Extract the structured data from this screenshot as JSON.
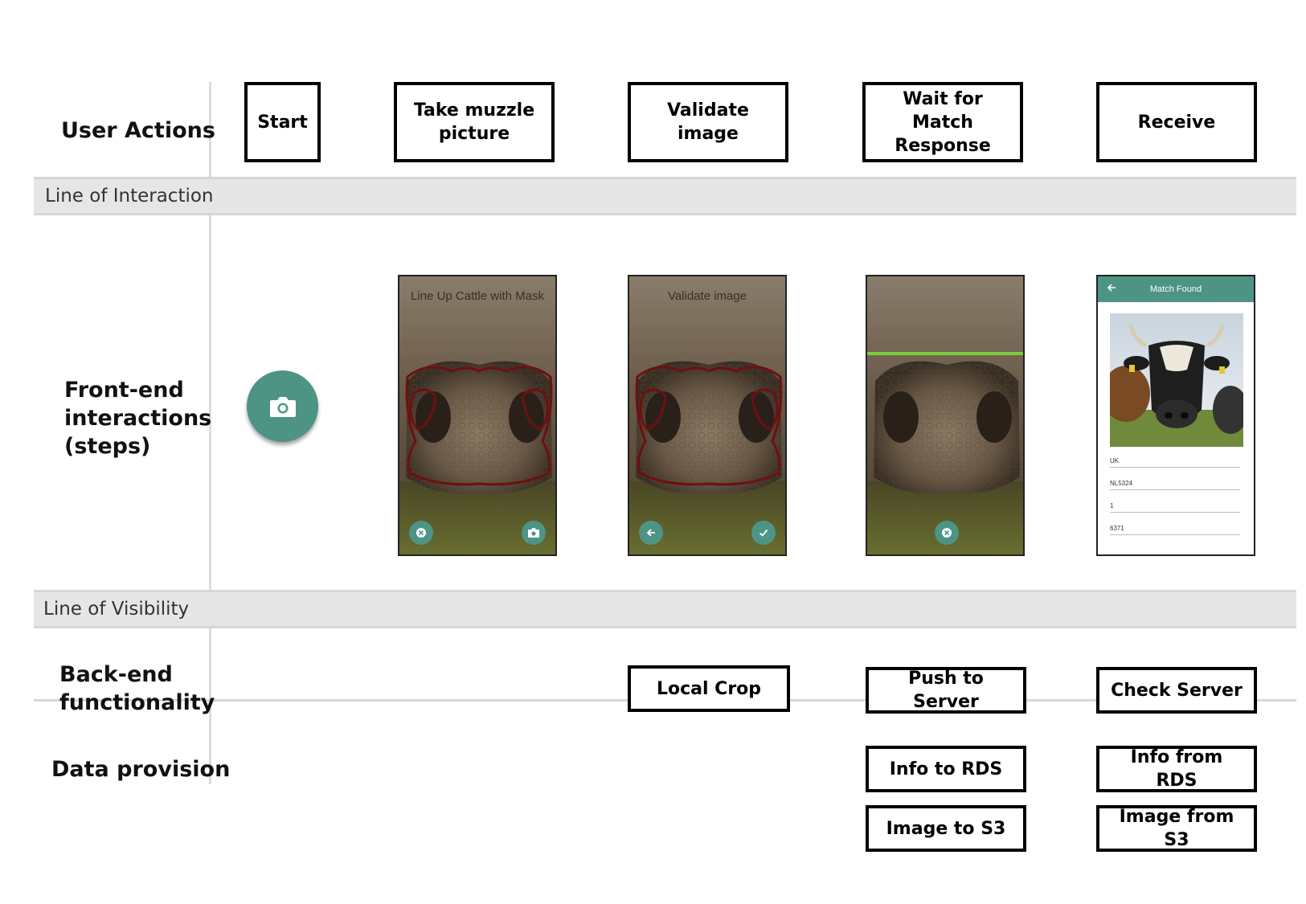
{
  "rows": {
    "user_actions": "User Actions",
    "line_of_interaction": "Line of Interaction",
    "frontend": [
      "Front-end",
      "interactions",
      "(steps)"
    ],
    "line_of_visibility": "Line of Visibility",
    "backend": [
      "Back-end",
      "functionality"
    ],
    "data_provision": "Data provision"
  },
  "user_actions": {
    "start": "Start",
    "take_picture": [
      "Take muzzle",
      "picture"
    ],
    "validate": "Validate image",
    "wait": [
      "Wait for Match",
      "Response"
    ],
    "receive": "Receive"
  },
  "frontend": {
    "camera_icon": "camera-icon",
    "phone1_title": "Line Up Cattle with Mask",
    "phone2_title": "Validate image",
    "match_title": "Match Found",
    "match_fields": [
      "UK",
      "NL5324",
      "1",
      "6371"
    ]
  },
  "backend": {
    "local_crop": "Local Crop",
    "push": "Push to Server",
    "check": "Check Server"
  },
  "data_provision": {
    "info_to": "Info to RDS",
    "image_to": "Image to S3",
    "info_from": "Info from RDS",
    "image_from": "Image from S3"
  },
  "colors": {
    "accent": "#4e9485",
    "mask": "#6e1010",
    "scan_line": "#7cd43a"
  }
}
